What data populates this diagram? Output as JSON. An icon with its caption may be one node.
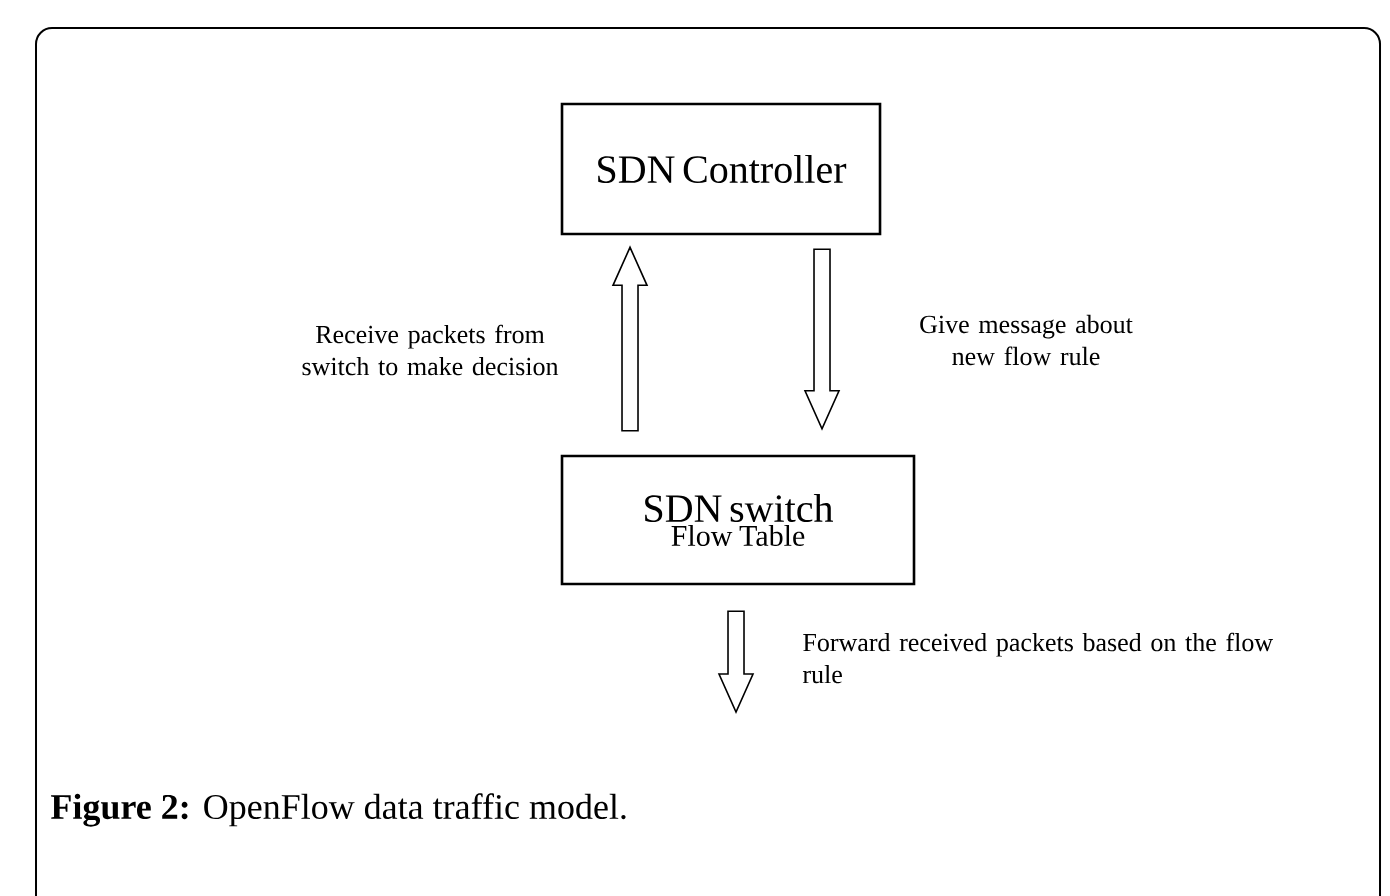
{
  "diagram": {
    "caption": "**Figure 2:** OpenFlow data traffic model.",
    "nodes": [
      {
        "text": [
          "SDN Controller"
        ]
      },
      {
        "text": [
          "SDN switch",
          "Flow Table"
        ]
      }
    ],
    "edges": [
      {
        "from": 1,
        "to": 0,
        "arrow": "to",
        "label": "Receive packets from switch to make decision"
      },
      {
        "from": 0,
        "to": 1,
        "arrow": "to",
        "label": "Give message about new flow rule"
      },
      {
        "from": 1,
        "to": null,
        "arrow": "to",
        "label": "Forward received packets based on the flow rule"
      }
    ]
  }
}
